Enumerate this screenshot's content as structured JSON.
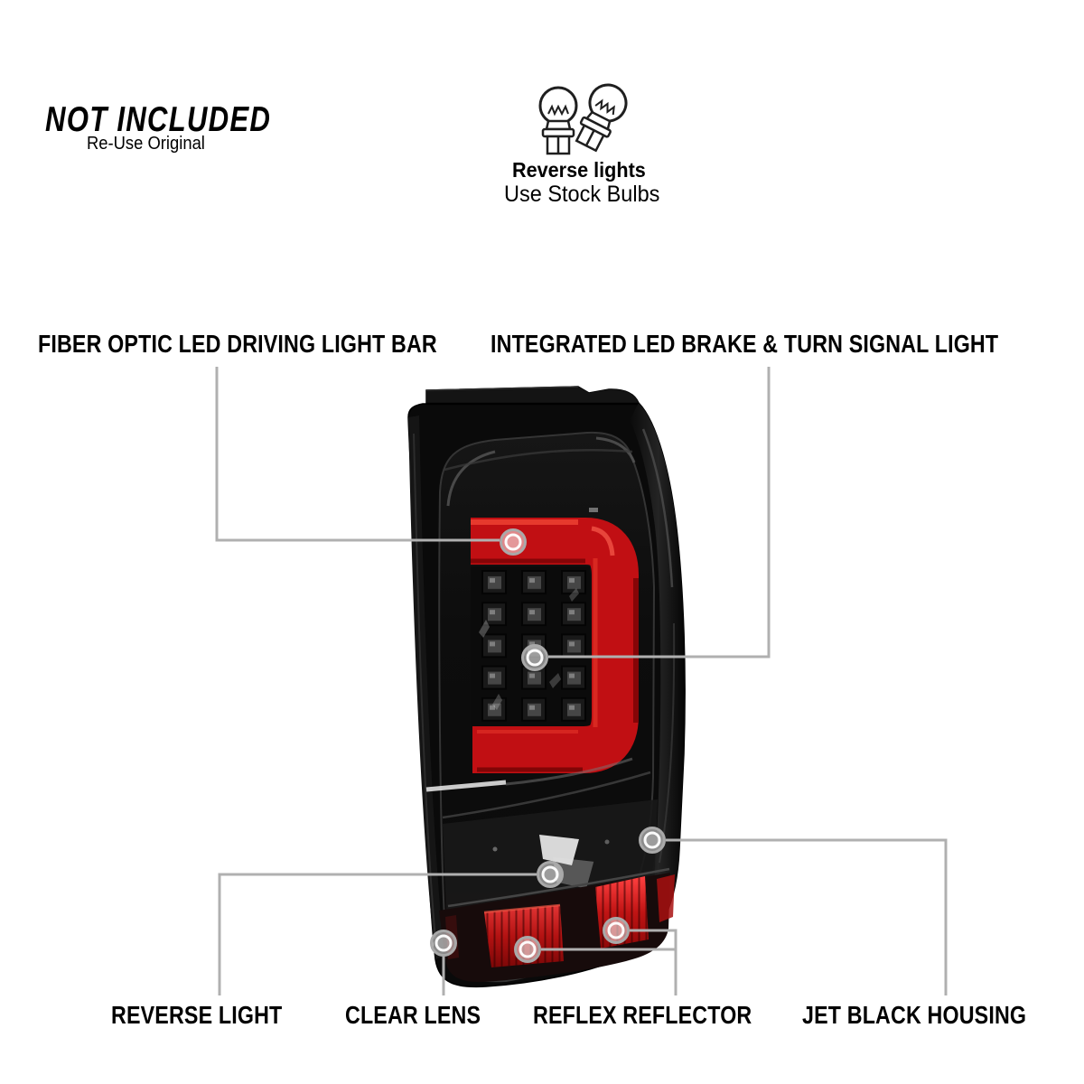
{
  "colors": {
    "background": "#ffffff",
    "text": "#000000",
    "callout_line": "#b0b0b0",
    "marker_ring": "#a9a9a9",
    "light_bar_red": "#c10f13",
    "reflector_red": "#e23535",
    "housing_black": "#0a0a0a"
  },
  "badge": {
    "title": "NOT INCLUDED",
    "subtitle": "Re-Use Original"
  },
  "bulb_note": {
    "title": "Reverse lights",
    "subtitle": "Use Stock Bulbs"
  },
  "callouts": {
    "fiber_optic_bar": {
      "label": "FIBER OPTIC LED DRIVING LIGHT BAR"
    },
    "brake_turn_signal": {
      "label": "INTEGRATED LED BRAKE & TURN SIGNAL LIGHT"
    },
    "reverse_light": {
      "label": "REVERSE LIGHT"
    },
    "clear_lens": {
      "label": "CLEAR LENS"
    },
    "reflex_reflector": {
      "label": "REFLEX REFLECTOR"
    },
    "jet_black_housing": {
      "label": "JET BLACK HOUSING"
    }
  }
}
